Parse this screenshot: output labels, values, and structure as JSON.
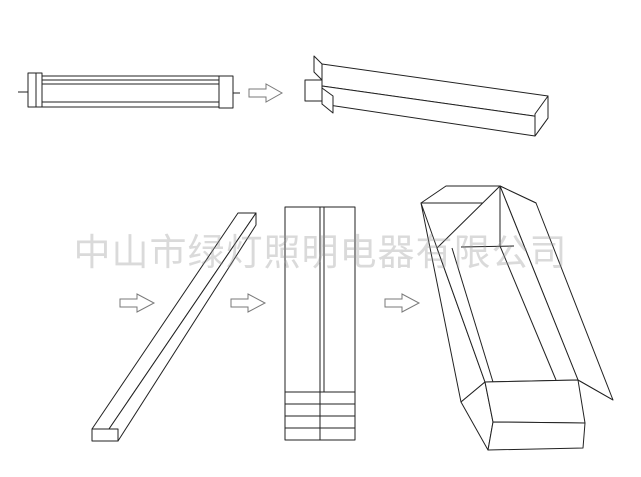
{
  "watermark": {
    "text": "中山市绿灯照明电器有限公司"
  },
  "colors": {
    "line": "#222222",
    "arrow": "#7a7a7a",
    "watermark": "#969696"
  },
  "steps": [
    {
      "id": "light-fixture"
    },
    {
      "id": "folded-sleeve"
    },
    {
      "id": "wrapped-bar"
    },
    {
      "id": "stacked-bundle"
    },
    {
      "id": "open-carton"
    }
  ]
}
